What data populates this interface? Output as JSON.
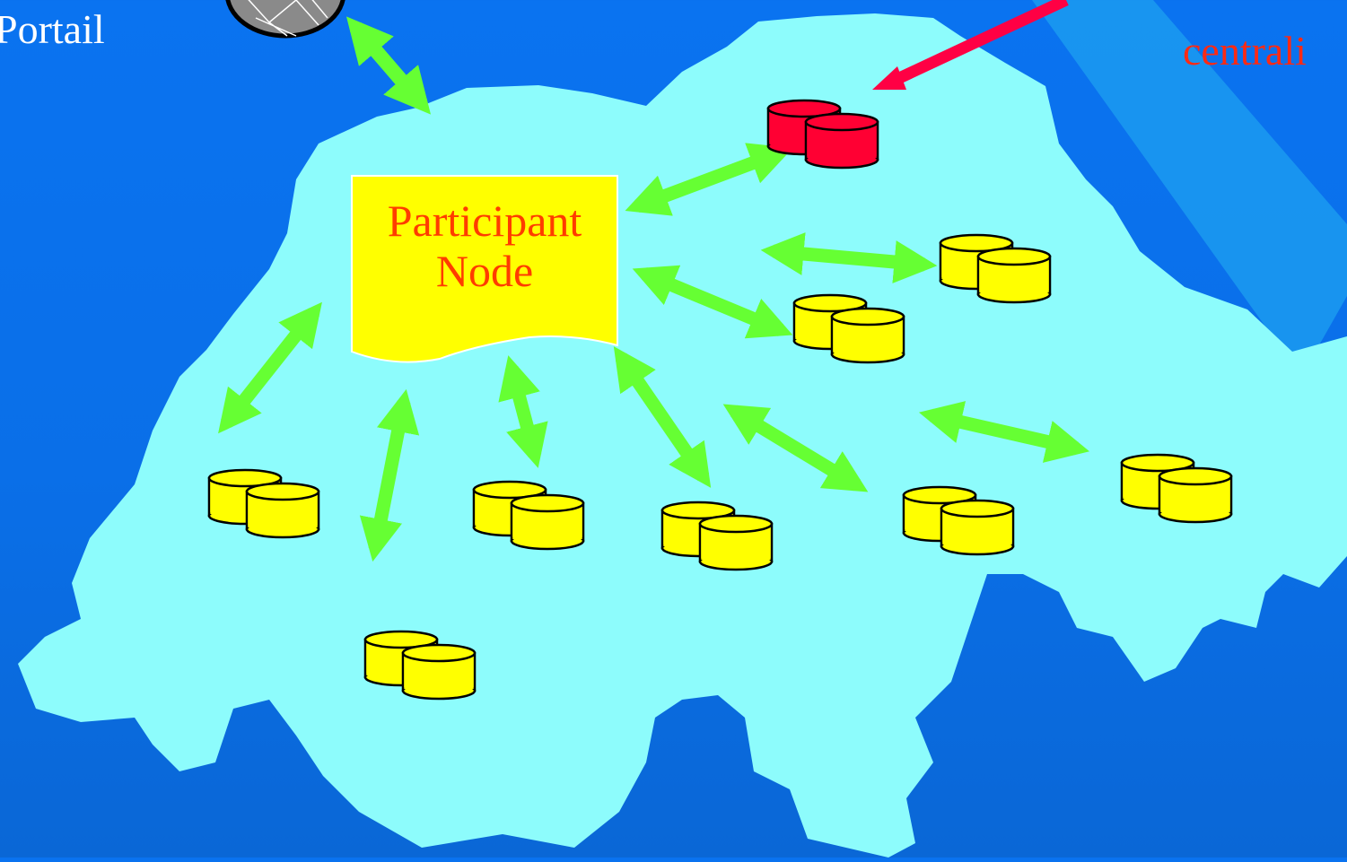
{
  "labels": {
    "portal": "Portail",
    "central": "centrali",
    "participant_node_line1": "Participant",
    "participant_node_line2": "Node"
  },
  "colors": {
    "background": "#0a6fe8",
    "map_fill": "#8dfcfc",
    "database": "#ffff00",
    "central_database": "#ff0033",
    "arrow": "#66ff33",
    "pointer_arrow": "#ff0044",
    "node_box": "#ffff00",
    "text_label": "#ff2a14"
  },
  "icons": {
    "portal": "globe-icon",
    "database": "database-icon",
    "central_database": "central-database-icon"
  }
}
